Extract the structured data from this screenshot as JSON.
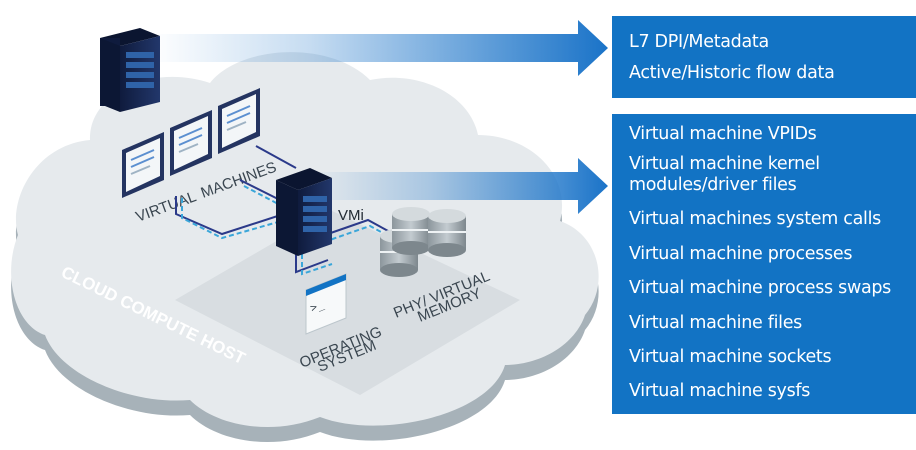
{
  "panels": {
    "network_data": {
      "items": [
        "L7 DPI/Metadata",
        "Active/Historic flow data"
      ]
    },
    "vm_data": {
      "items": [
        "Virtual machine VPIDs",
        [
          "Virtual machine kernel",
          "modules/driver files"
        ],
        "Virtual machines system calls",
        "Virtual machine processes",
        "Virtual machine process swaps",
        "Virtual machine files",
        "Virtual machine sockets",
        "Virtual machine sysfs"
      ]
    }
  },
  "diagram": {
    "host_label": "CLOUD COMPUTE HOST",
    "vm_label_left": "VIRTUAL",
    "vm_label_right": "MACHINES",
    "vmi_label": "VMi",
    "os_label_line1": "OPERATING",
    "os_label_line2": "SYSTEM",
    "memory_label_line1": "PHY/ VIRTUAL",
    "memory_label_line2": "MEMORY",
    "terminal_prompt": ">_"
  },
  "colors": {
    "panel_blue": "#1273c4",
    "arrow_blue": "#1a73c8",
    "server_navy": "#1b2d5b",
    "cloud_grey": "#dfe4e8",
    "cloud_edge": "#a7b2b9",
    "cable_navy": "#2b3a8a",
    "cable_cyan": "#3aa6d9"
  }
}
